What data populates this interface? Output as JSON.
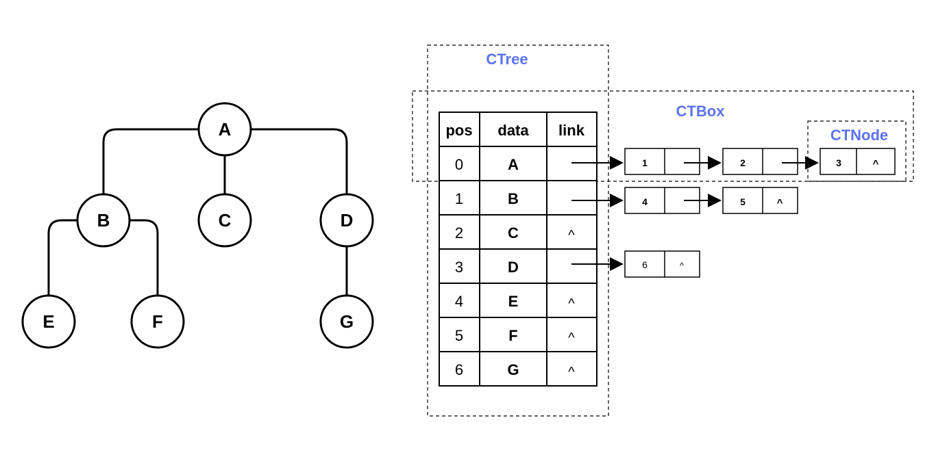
{
  "tree": {
    "nodes": {
      "A": "A",
      "B": "B",
      "C": "C",
      "D": "D",
      "E": "E",
      "F": "F",
      "G": "G"
    }
  },
  "labels": {
    "ctree": "CTree",
    "ctbox": "CTBox",
    "ctnode": "CTNode"
  },
  "table": {
    "headers": {
      "pos": "pos",
      "data": "data",
      "link": "link"
    },
    "rows": [
      {
        "pos": "0",
        "data": "A",
        "link": ""
      },
      {
        "pos": "1",
        "data": "B",
        "link": ""
      },
      {
        "pos": "2",
        "data": "C",
        "link": "^"
      },
      {
        "pos": "3",
        "data": "D",
        "link": ""
      },
      {
        "pos": "4",
        "data": "E",
        "link": "^"
      },
      {
        "pos": "5",
        "data": "F",
        "link": "^"
      },
      {
        "pos": "6",
        "data": "G",
        "link": "^"
      }
    ]
  },
  "lists": {
    "row0": [
      {
        "child": "1",
        "next": ""
      },
      {
        "child": "2",
        "next": ""
      },
      {
        "child": "3",
        "next": "^"
      }
    ],
    "row1": [
      {
        "child": "4",
        "next": ""
      },
      {
        "child": "5",
        "next": "^"
      }
    ],
    "row3": [
      {
        "child": "6",
        "next": "^"
      }
    ]
  },
  "colors": {
    "accent": "#5b73f0",
    "stroke": "#000000"
  }
}
